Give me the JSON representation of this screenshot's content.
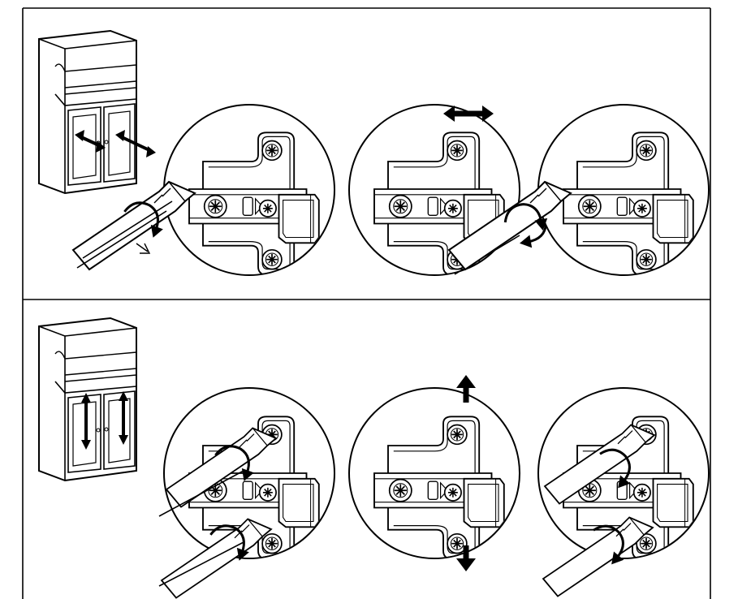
{
  "document": {
    "type": "assembly-instruction-page",
    "panels": [
      {
        "id": "horizontal-adjustment",
        "illustrations": [
          "cabinet-with-left-right-arrows",
          "hinge-detail-turn-side-screw",
          "hinge-detail-door-moves-left-right",
          "hinge-detail-turn-side-screw-back"
        ],
        "arrow_direction": "left-right"
      },
      {
        "id": "vertical-adjustment",
        "illustrations": [
          "cabinet-with-up-down-arrows",
          "hinge-detail-loosen-mounting-screws",
          "hinge-detail-door-moves-up-down",
          "hinge-detail-tighten-mounting-screws"
        ],
        "arrow_direction": "up-down"
      }
    ]
  },
  "colors": {
    "line": "#000000",
    "background": "#ffffff",
    "arrow": "#000000"
  },
  "icons": [
    "cabinet-icon",
    "hinge-icon",
    "screwdriver-icon",
    "rotation-arrow-icon",
    "double-arrow-icon"
  ]
}
